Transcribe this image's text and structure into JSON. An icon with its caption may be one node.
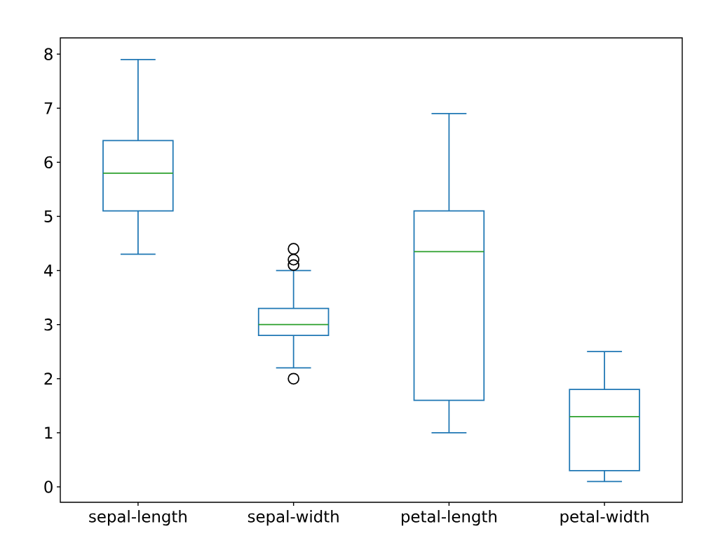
{
  "diagram": {
    "labels": [
      "8",
      "7",
      "6",
      "5",
      "4",
      "3",
      "2",
      "1",
      "0",
      "sepal-length",
      "sepal-width",
      "petal-length",
      "petal-width"
    ]
  }
}
